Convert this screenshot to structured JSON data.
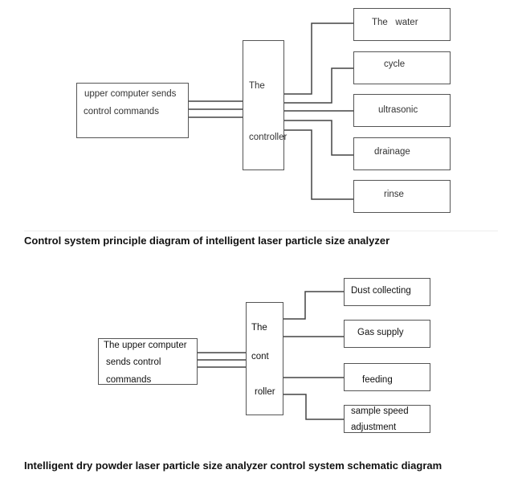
{
  "diagram1": {
    "source": {
      "lines": [
        "upper computer sends",
        "control commands"
      ]
    },
    "controller": {
      "lines": [
        "The",
        "controller"
      ]
    },
    "outputs": [
      "The   water",
      "cycle",
      "ultrasonic",
      "drainage",
      "rinse"
    ],
    "caption": "Control system principle diagram of intelligent laser particle size analyzer"
  },
  "diagram2": {
    "source": {
      "lines": [
        "The upper computer",
        "sends control",
        "commands"
      ]
    },
    "controller": {
      "lines": [
        "The",
        "cont",
        "roller"
      ]
    },
    "outputs": [
      "Dust collecting",
      "Gas supply",
      "feeding",
      "sample speed",
      "adjustment"
    ],
    "caption": "Intelligent dry powder laser particle size analyzer control system schematic diagram"
  },
  "colors": {
    "line": "#444444",
    "text": "#333333",
    "caption": "#111111"
  }
}
